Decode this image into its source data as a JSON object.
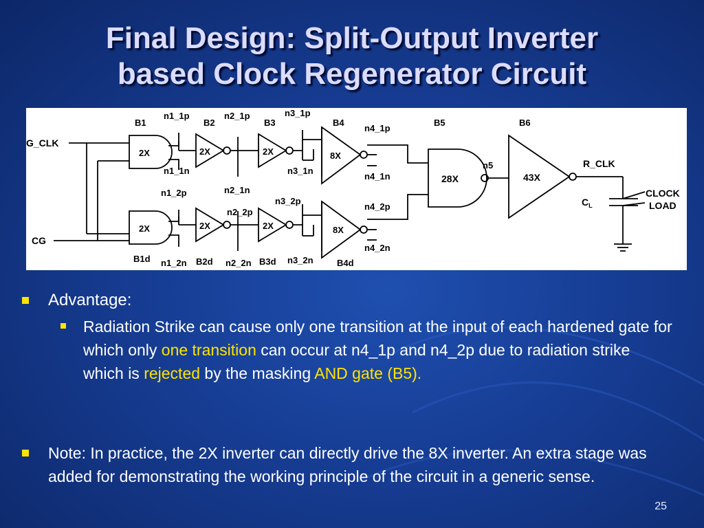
{
  "slide": {
    "title_line1": "Final Design: Split-Output Inverter",
    "title_line2": "based Clock Regenerator Circuit",
    "page_number": "25",
    "colors": {
      "background": "#163c92",
      "highlight": "#ffe400",
      "title": "#dcdcff"
    }
  },
  "diagram": {
    "inputs": {
      "gclk": "G_CLK",
      "cg": "CG"
    },
    "blocks": {
      "b1": "B1",
      "b2": "B2",
      "b3": "B3",
      "b4": "B4",
      "b5": "B5",
      "b6": "B6",
      "b1d": "B1d",
      "b2d": "B2d",
      "b3d": "B3d",
      "b4d": "B4d"
    },
    "sizes": {
      "b1": "2X",
      "b2": "2X",
      "b3": "2X",
      "b4": "8X",
      "b1d": "2X",
      "b2d": "2X",
      "b3d": "2X",
      "b4d": "8X",
      "b5": "28X",
      "b6": "43X"
    },
    "nets": {
      "n1_1p": "n1_1p",
      "n1_1n": "n1_1n",
      "n2_1p": "n2_1p",
      "n2_1n": "n2_1n",
      "n3_1p": "n3_1p",
      "n3_1n": "n3_1n",
      "n4_1p": "n4_1p",
      "n4_1n": "n4_1n",
      "n1_2p": "n1_2p",
      "n1_2n": "n1_2n",
      "n2_2p": "n2_2p",
      "n2_2n": "n2_2n",
      "n3_2p": "n3_2p",
      "n3_2n": "n3_2n",
      "n4_2p": "n4_2p",
      "n4_2n": "n4_2n",
      "n5": "n5"
    },
    "output": {
      "rclk": "R_CLK",
      "cap_main": "C",
      "cap_sub": "L",
      "load1": "CLOCK",
      "load2": "LOAD"
    }
  },
  "bullets": {
    "advantage_label": "Advantage:",
    "sub_part1": "Radiation Strike can cause only one transition at the input of each hardened gate for which only ",
    "sub_hl1": "one transition",
    "sub_part2": " can occur at n4_1p and n4_2p due to radiation strike which is ",
    "sub_hl2": "rejected",
    "sub_part3": " by the masking ",
    "sub_hl3": "AND gate (B5).",
    "note": "Note: In practice, the 2X inverter can directly drive the 8X inverter. An extra stage was added for demonstrating the working principle of the circuit in a generic sense."
  }
}
